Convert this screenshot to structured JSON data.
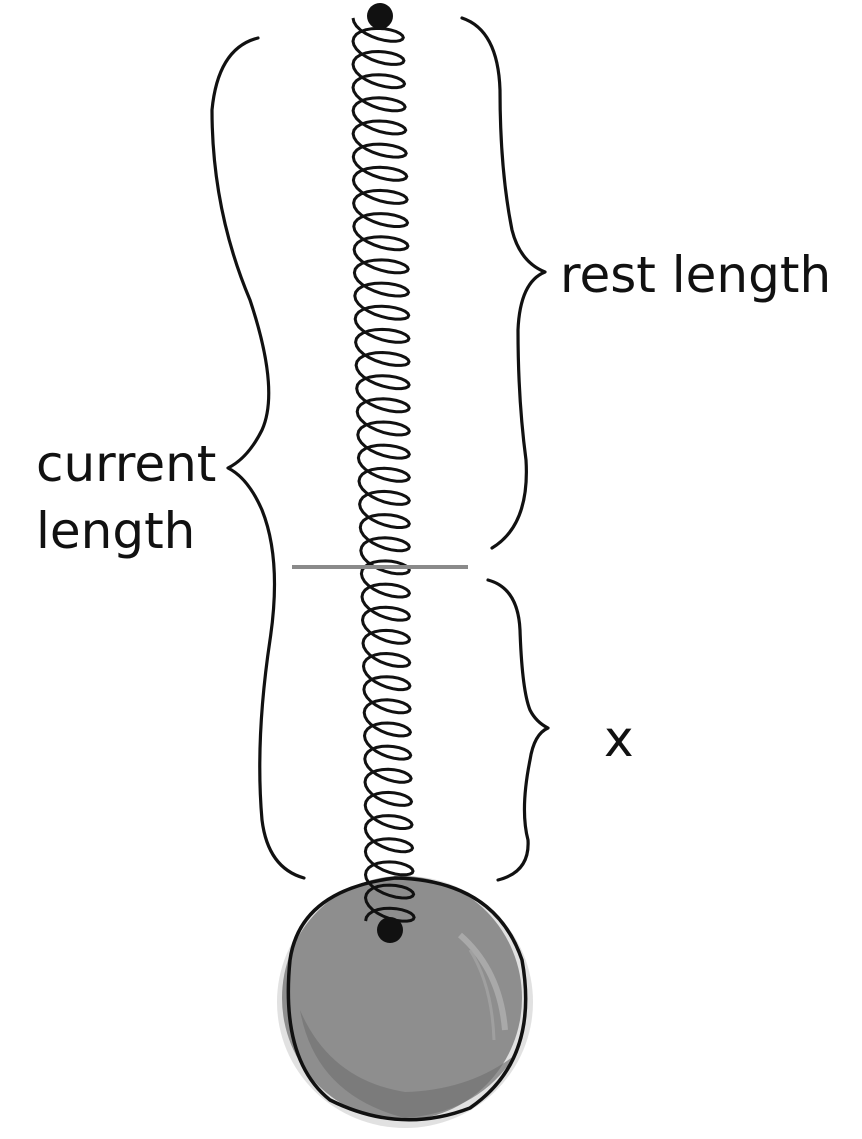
{
  "labels": {
    "rest_length": "rest length",
    "current_length_line1": "current",
    "current_length_line2": "length",
    "displacement": "x"
  },
  "colors": {
    "ink": "#111111",
    "rest_marker": "#8a8a8a",
    "mass_fill": "#8e8e8e",
    "mass_shade": "#6f6f6f",
    "mass_highlight": "#a9a9a9"
  }
}
